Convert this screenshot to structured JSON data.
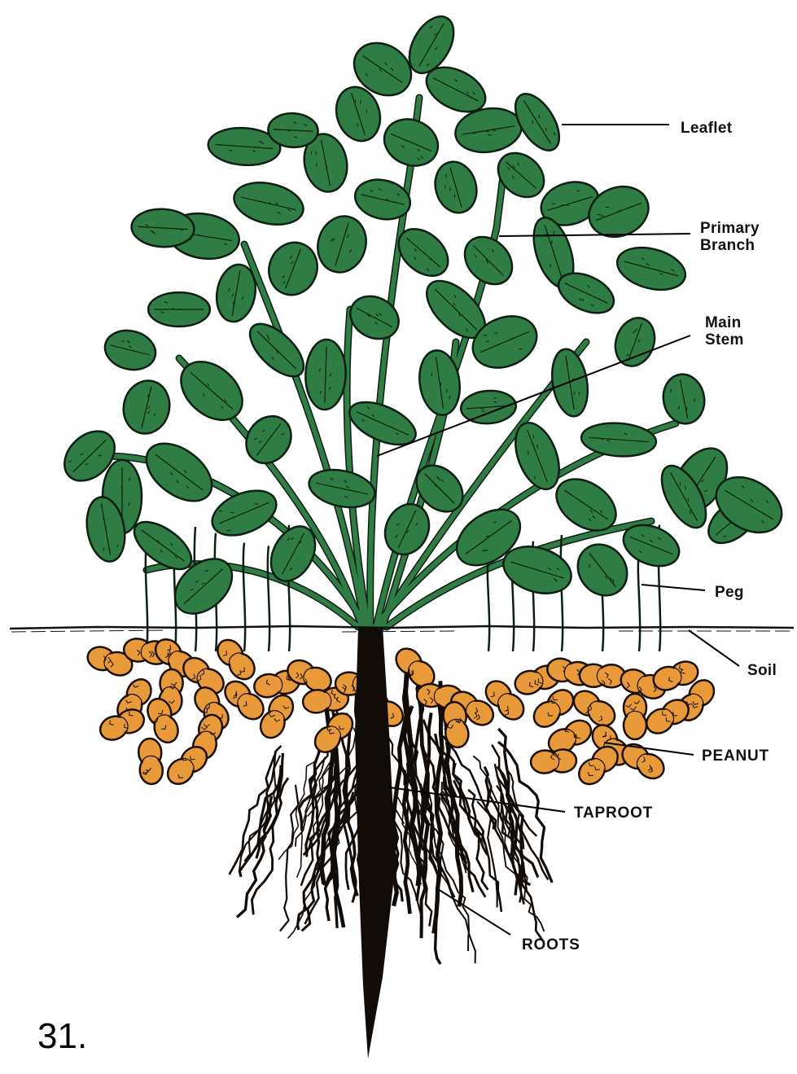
{
  "labels": {
    "leaflet": "Leaflet",
    "primary_branch": "Primary\nBranch",
    "main_stem": "Main\nStem",
    "peg": "Peg",
    "soil": "Soil",
    "peanut": "PEANUT",
    "taproot": "TAPROOT",
    "roots": "ROOTS"
  },
  "figure_number": "31.",
  "colors": {
    "leaf": "#2f7d45",
    "leaf_outline": "#0d1f12",
    "peanut": "#e89a3a",
    "root": "#120c08",
    "stem": "#2f7d45"
  }
}
